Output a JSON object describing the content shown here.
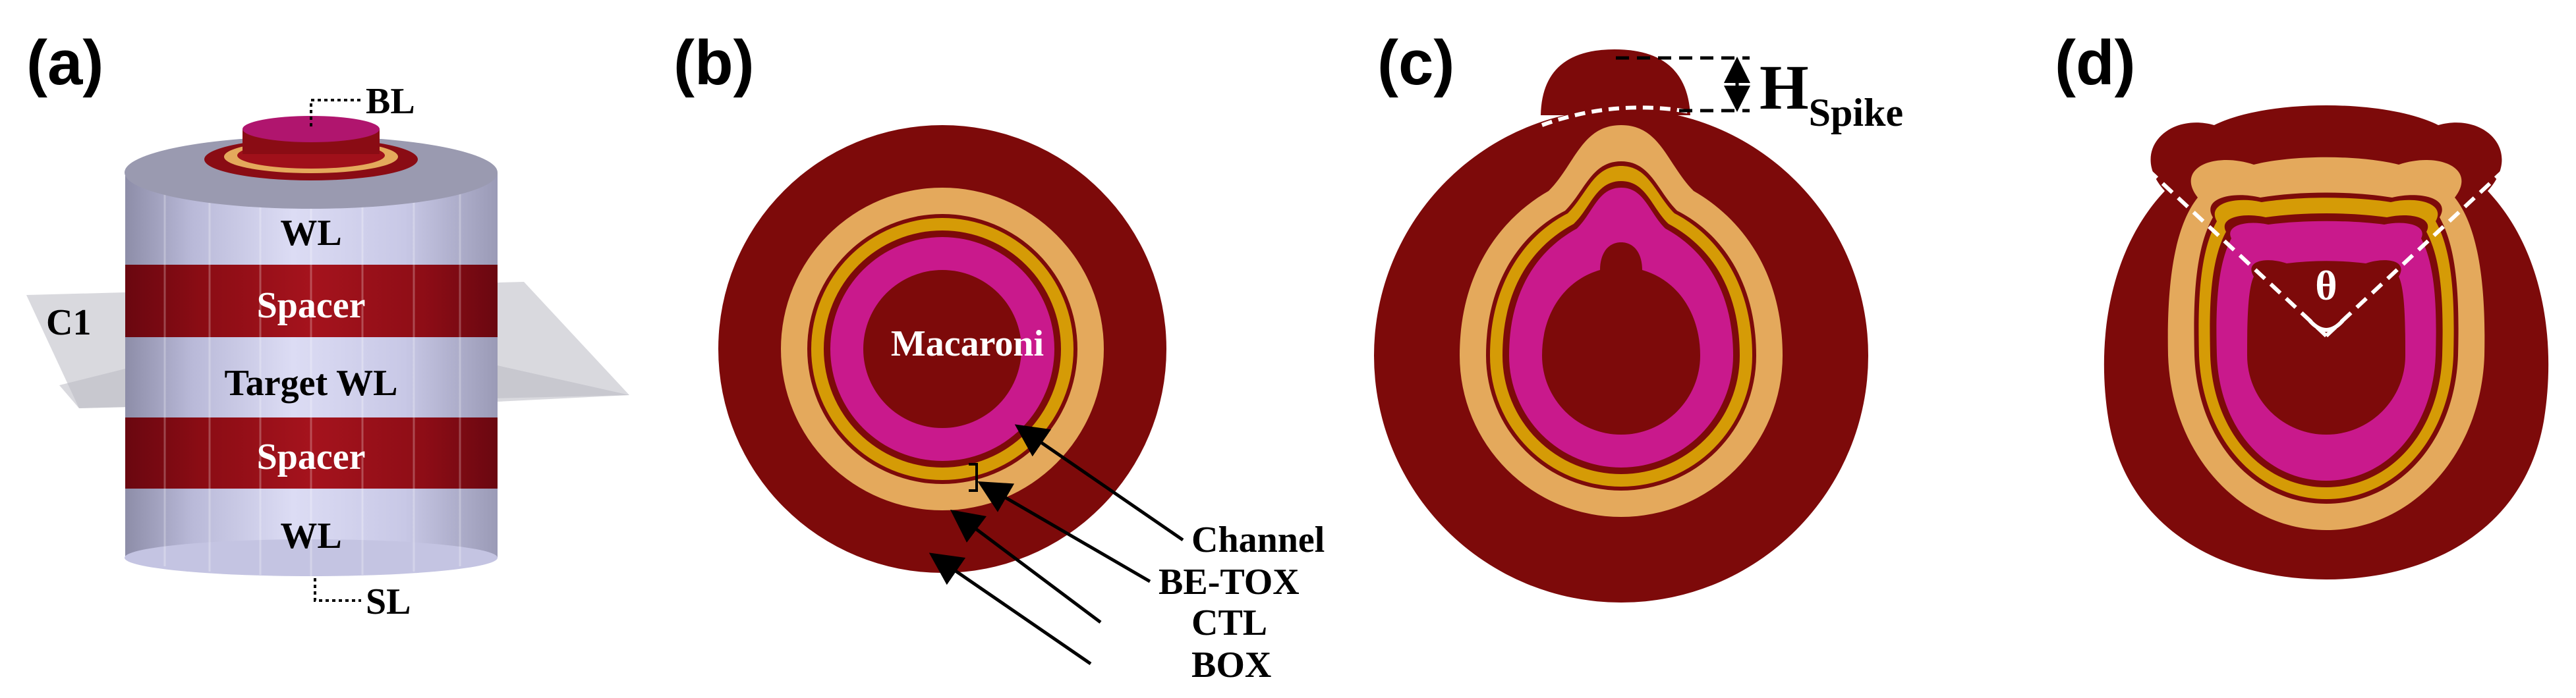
{
  "panels": {
    "a": {
      "label": "(a)",
      "bl": "BL",
      "sl": "SL",
      "c1": "C1",
      "layers": [
        "WL",
        "Spacer",
        "Target WL",
        "Spacer",
        "WL"
      ]
    },
    "b": {
      "label": "(b)",
      "core": "Macaroni",
      "callouts": [
        "Channel",
        "BE-TOX",
        "CTL",
        "BOX"
      ]
    },
    "c": {
      "label": "(c)",
      "h_main": "H",
      "h_sub": "Spike"
    },
    "d": {
      "label": "(d)",
      "theta": "θ"
    }
  },
  "colors": {
    "box": "#7d0a0a",
    "ctl_outer": "#e4a95c",
    "ctl_inner": "#d59b06",
    "channel": "#c9198c",
    "thin_line": "#7d0a0a",
    "wl": "#c9c9ec",
    "spacer": "#a0101a"
  }
}
